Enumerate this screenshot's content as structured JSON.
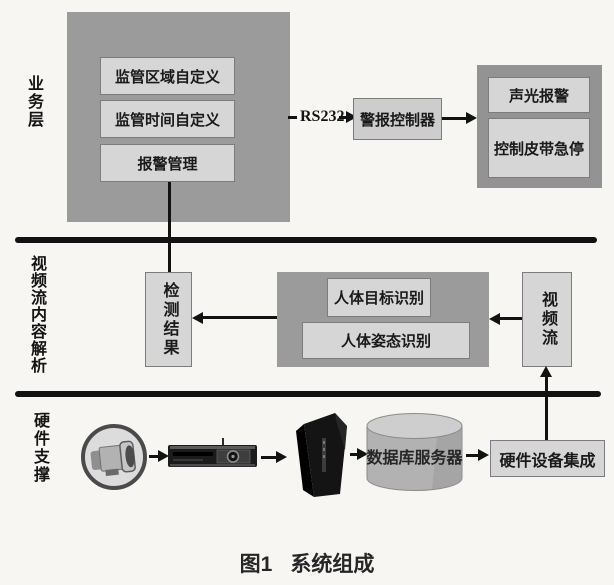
{
  "figure": {
    "label": "图1",
    "title": "系统组成"
  },
  "colors": {
    "panel_gray": "#9b9b9b",
    "box_light": "#d6d6d6",
    "line_black": "#121212",
    "paper": "#f7f6f3"
  },
  "icons": {
    "camera": "camera-icon",
    "recorder": "video-recorder-icon",
    "server": "server-tower-icon",
    "database": "database-cylinder-icon"
  },
  "layers": {
    "business": {
      "label": "业务层",
      "modules": [
        "监管区域自定义",
        "监管时间自定义",
        "报警管理"
      ],
      "link_label": "RS232",
      "controller": "警报控制器",
      "outputs": [
        "声光报警",
        "控制皮带急停"
      ]
    },
    "video": {
      "label": "视频流内容解析",
      "detect_result": "检测结果",
      "recognition": [
        "人体目标识别",
        "人体姿态识别"
      ],
      "stream": "视频流"
    },
    "hardware": {
      "label": "硬件支撑",
      "database": "数据库服务器",
      "integration": "硬件设备集成"
    }
  }
}
